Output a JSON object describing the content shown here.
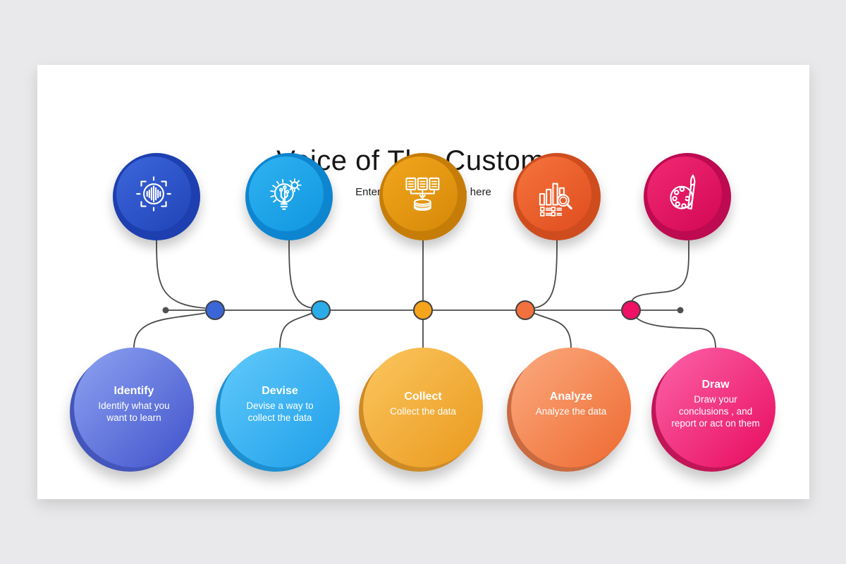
{
  "canvas": {
    "background": "#e9e9eb",
    "slide_background": "#ffffff"
  },
  "header": {
    "title": "Voice of The Customer",
    "subtitle": "Enter your sub headline here"
  },
  "timeline": {
    "line_color": "#4a4a4a",
    "endpoint_color": "#4f4f4f"
  },
  "steps": [
    {
      "title": "Identify",
      "description": "Identify what you want to learn",
      "icon": "voice-scan-icon",
      "colors": {
        "top_outer": "#1d3fb0",
        "top_inner_from": "#3a64d8",
        "top_inner_to": "#2348bc",
        "dot": "#3a66d8",
        "bottom_from": "#8b9ff0",
        "bottom_to": "#4356cd",
        "bottom_rim": "#4456bb"
      }
    },
    {
      "title": "Devise",
      "description": "Devise a way to collect the data",
      "icon": "idea-gear-icon",
      "colors": {
        "top_outer": "#0d85cf",
        "top_inner_from": "#2eb0f0",
        "top_inner_to": "#149ae2",
        "dot": "#29ace8",
        "bottom_from": "#5ec8fa",
        "bottom_to": "#21a0ea",
        "bottom_rim": "#1e8fd0"
      }
    },
    {
      "title": "Collect",
      "description": "Collect the data",
      "icon": "documents-database-icon",
      "colors": {
        "top_outer": "#c67d08",
        "top_inner_from": "#f0a41c",
        "top_inner_to": "#d88c0a",
        "dot": "#f6a41c",
        "bottom_from": "#fac45c",
        "bottom_to": "#eb9b20",
        "bottom_rim": "#cd8a25"
      }
    },
    {
      "title": "Analyze",
      "description": "Analyze the data",
      "icon": "chart-magnifier-icon",
      "colors": {
        "top_outer": "#cf4c1e",
        "top_inner_from": "#f4713a",
        "top_inner_to": "#e25122",
        "dot": "#f3713c",
        "bottom_from": "#fba87c",
        "bottom_to": "#ee6c33",
        "bottom_rim": "#c96a40"
      }
    },
    {
      "title": "Draw",
      "description": "Draw your conclusions , and report or act on them",
      "icon": "palette-brush-icon",
      "colors": {
        "top_outer": "#bd0a50",
        "top_inner_from": "#ef2670",
        "top_inner_to": "#d60c58",
        "dot": "#ee1166",
        "bottom_from": "#fb5fa5",
        "bottom_to": "#e90f62",
        "bottom_rim": "#c11558"
      }
    }
  ]
}
